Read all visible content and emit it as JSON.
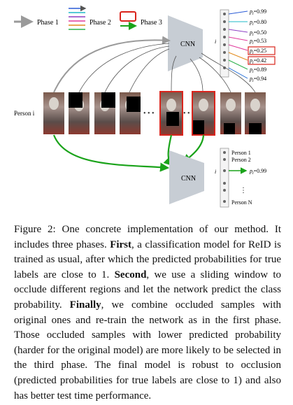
{
  "legend": {
    "phase1": "Phase 1",
    "phase2": "Phase 2",
    "phase3": "Phase 3"
  },
  "cnn_label": "CNN",
  "feature_label": "i",
  "person_label": "Person i",
  "probabilities_top": [
    "=0.99",
    "=0.80",
    "=0.50",
    "=0.53",
    "=0.25",
    "=0.42",
    "=0.89",
    "=0.94"
  ],
  "prob_symbol": "p",
  "prob_subscript": "i",
  "highlighted_probs": [
    4,
    5
  ],
  "output_classes": {
    "first": "Person 1",
    "second": "Person 2",
    "dots": "⋮",
    "last": "Person N"
  },
  "probability_bottom": "=0.99",
  "colors": {
    "phase1_gray": "#9a9a9a",
    "phase3_green": "#1aa31a",
    "highlight_red": "#d9241c",
    "phase2_lines": [
      "#2a5bd6",
      "#1fb8c9",
      "#8e3fc4",
      "#e0399b",
      "#e0399b",
      "#e28a1c",
      "#2bb04a",
      "#1e6ad6"
    ]
  },
  "caption": {
    "intro": "Figure 2: One concrete implementation of our method. It includes three phases. ",
    "first_label": "First",
    "first_text": ", a classification model for ReID is trained as usual, after which the predicted probabilities for true labels are close to 1. ",
    "second_label": "Second",
    "second_text": ", we use a sliding window to occlude different regions and let the network predict the class probability. ",
    "finally_label": "Finally",
    "finally_text": ", we combine occluded samples with original ones and re-train the network as in the first phase. Those occluded samples with lower predicted probability (harder for the original model) are more likely to be selected in the third phase. The final model is robust to occlusion (predicted probabilities for true labels are close to 1) and also has better test time performance."
  }
}
